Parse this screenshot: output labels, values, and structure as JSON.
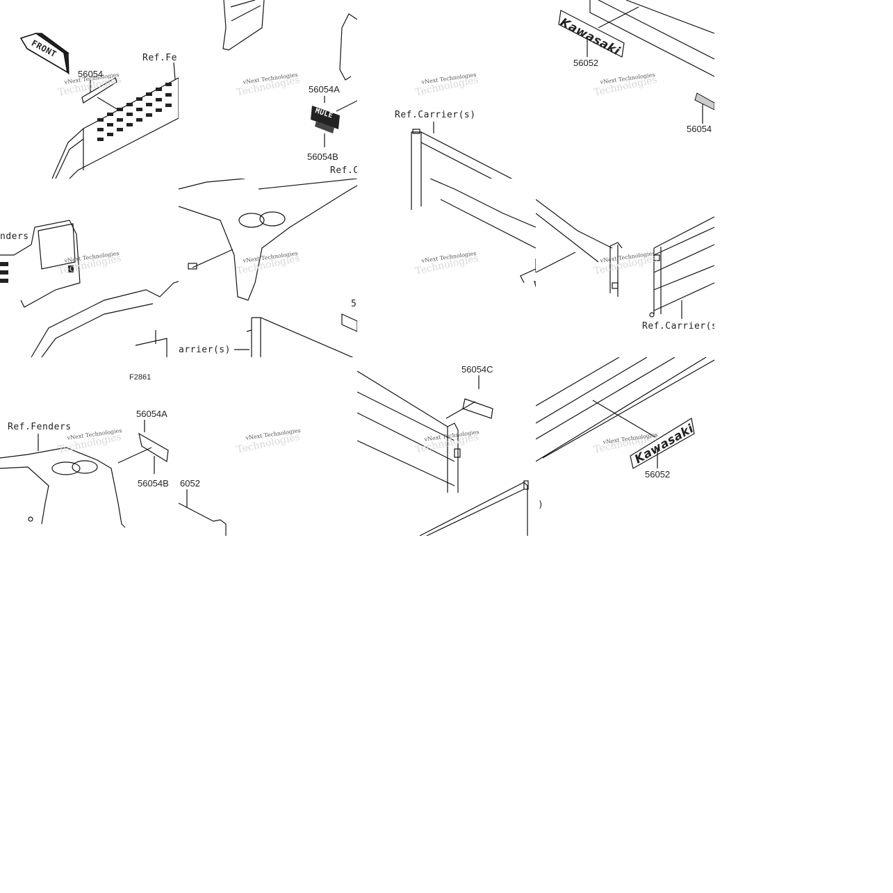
{
  "watermark": {
    "text": "vNext Technologies",
    "ghost": "Technologies"
  },
  "tiles": {
    "t00": {
      "front": "FRONT",
      "part": "56054",
      "ref": "Ref.Fer"
    },
    "t01": {
      "part_a": "56054A",
      "part_b": "56054B",
      "ref": "Ref.C",
      "logo": "MULE"
    },
    "t02": {
      "ref": "Ref.Carrier(s)"
    },
    "t03": {
      "part": "56052",
      "part_c": "56054",
      "logo": "Kawasaki"
    },
    "t10": {
      "ref": "nders"
    },
    "t11": {
      "frag": "5",
      "ref": "arrier(s)"
    },
    "t12": {
      "frag": "C"
    },
    "t13": {
      "ref": "Ref.Carrier(s"
    },
    "t20": {
      "fig": "F2861",
      "part_a": "56054A",
      "part_b": "56054B",
      "ref": "Ref.Fenders"
    },
    "t21": {
      "part": "6052"
    },
    "t22": {
      "part": "56054C"
    },
    "t23": {
      "part": "56052",
      "frag": ")",
      "logo": "Kawasaki"
    }
  }
}
